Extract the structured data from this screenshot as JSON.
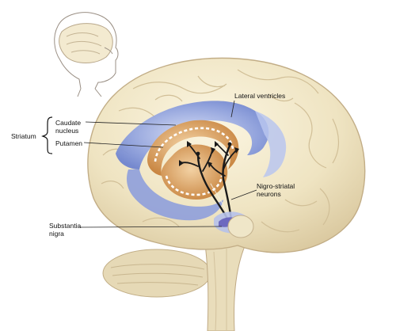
{
  "labels": {
    "lateral_ventricles": "Lateral ventricles",
    "striatum": "Striatum",
    "caudate_nucleus": "Caudate\nnucleus",
    "putamen": "Putamen",
    "nigro_striatal_neurons": "Nigro-striatal\nneurons",
    "substantia_nigra": "Substantia\nnigra"
  },
  "colors": {
    "background": "#ffffff",
    "brain": "#efe6c8",
    "brain_outline": "#c9b48c",
    "ventricle": "#7b8fd6",
    "ventricle_light": "#b9c6ee",
    "striatum": "#d59a55",
    "neurons": "#1a1a1a",
    "substantia_nigra": "#7c79c8",
    "leader_line": "#222222"
  }
}
